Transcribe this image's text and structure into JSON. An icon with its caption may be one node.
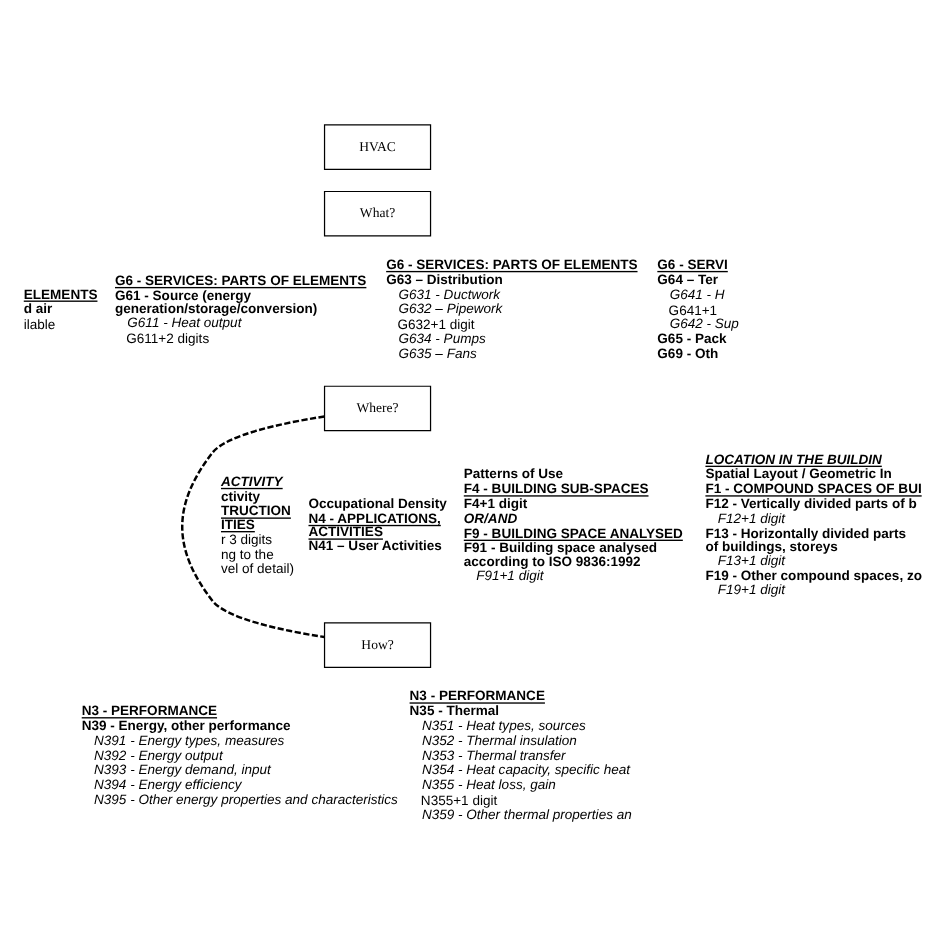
{
  "diagram": {
    "nodes": [
      {
        "text": [
          "HVAC"
        ]
      },
      {
        "text": [
          "What?"
        ]
      },
      {
        "text": [
          "Where?"
        ]
      },
      {
        "text": [
          "How?"
        ]
      }
    ],
    "edges": [
      {
        "from": 2,
        "to": 3,
        "arrow": "none",
        "style": "dashed"
      }
    ],
    "labels": [
      "ELEMENTS",
      "d air",
      "ilable",
      "G6 - SERVICES: PARTS OF ELEMENTS",
      "G61 - Source (energy generation/storage/conversion)",
      "G611 - Heat output",
      "G611+2 digits",
      "G6 - SERVICES: PARTS OF ELEMENTS",
      "G63 – Distribution",
      "G631 - Ductwork",
      "G632 – Pipework",
      "G632+1 digit",
      "G634 - Pumps",
      "G635 – Fans",
      "G6 - SERVI",
      "G64 – Ter",
      "G641 - H",
      "G641+1",
      "G642 - Sup",
      "G65 - Pack",
      "G69 - Oth",
      "ACTIVITY",
      "ctivity",
      "TRUCTION ITIES",
      "r 3 digits",
      "ng to the",
      "vel of detail)",
      "Occupational Density",
      "N4 - APPLICATIONS, ACTIVITIES",
      "N41 – User Activities",
      "Patterns of Use",
      "F4 - BUILDING SUB-SPACES",
      "F4+1 digit",
      "OR/AND",
      "F9 - BUILDING SPACE ANALYSED",
      "F91 - Building space analysed according to ISO 9836:1992",
      "F91+1 digit",
      "LOCATION IN THE BUILDIN",
      "Spatial Layout / Geometric In",
      "F1 - COMPOUND SPACES OF BUI",
      "F12 - Vertically divided parts of b",
      "F12+1 digit",
      "F13 - Horizontally divided parts of buildings, storeys",
      "F13+1 digit",
      "F19 - Other compound spaces, zo",
      "F19+1 digit",
      "N3 - PERFORMANCE",
      "N39 - Energy, other performance",
      "N391 - Energy types, measures",
      "N392 - Energy output",
      "N393 - Energy demand, input",
      "N394 - Energy efficiency",
      "N395 - Other energy properties and characteristics",
      "N3 - PERFORMANCE",
      "N35 - Thermal",
      "N351 - Heat types, sources",
      "N352 - Thermal insulation",
      "N353 - Thermal transfer",
      "N354 - Heat capacity, specific heat",
      "N355 - Heat loss, gain",
      "N355+1 digit",
      "N359 - Other thermal properties an"
    ]
  }
}
